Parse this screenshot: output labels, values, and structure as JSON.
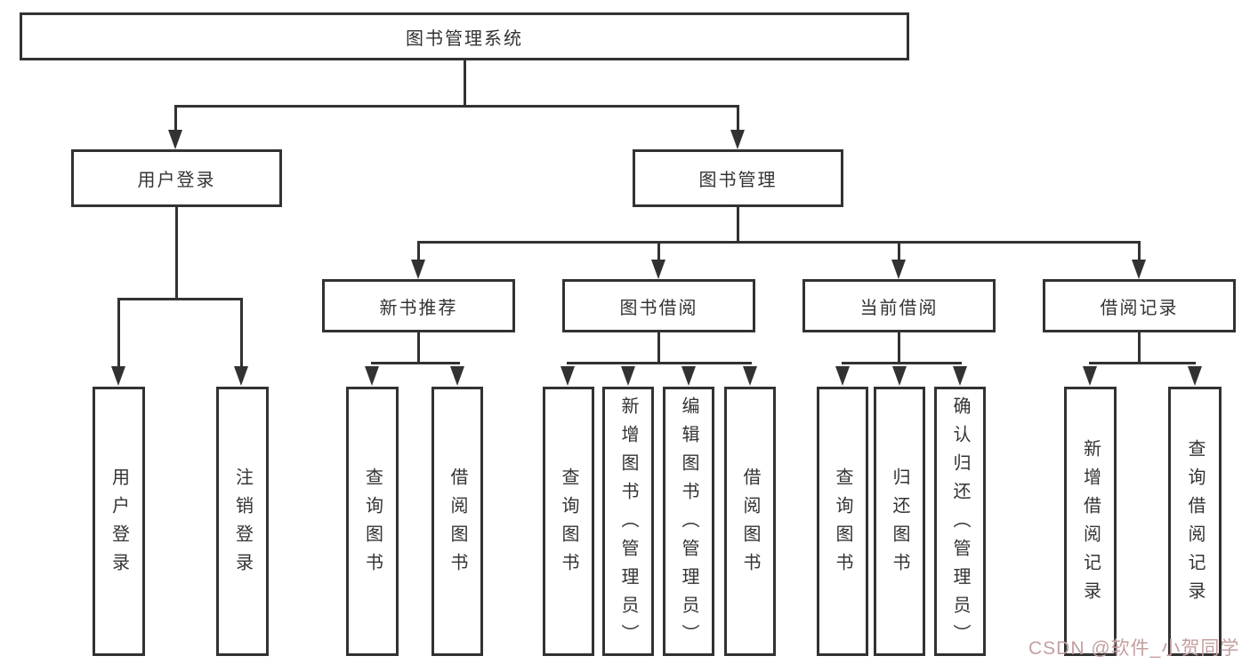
{
  "diagram": {
    "title": "图书管理系统",
    "branches": [
      {
        "label": "用户登录",
        "children": [
          {
            "label": "用户登录"
          },
          {
            "label": "注销登录"
          }
        ]
      },
      {
        "label": "图书管理",
        "children": [
          {
            "label": "新书推荐",
            "children": [
              {
                "label": "查询图书"
              },
              {
                "label": "借阅图书"
              }
            ]
          },
          {
            "label": "图书借阅",
            "children": [
              {
                "label": "查询图书"
              },
              {
                "label": "新增图书（管理员）"
              },
              {
                "label": "编辑图书（管理员）"
              },
              {
                "label": "借阅图书"
              }
            ]
          },
          {
            "label": "当前借阅",
            "children": [
              {
                "label": "查询图书"
              },
              {
                "label": "归还图书"
              },
              {
                "label": "确认归还（管理员）"
              }
            ]
          },
          {
            "label": "借阅记录",
            "children": [
              {
                "label": "新增借阅记录"
              },
              {
                "label": "查询借阅记录"
              }
            ]
          }
        ]
      }
    ]
  },
  "watermark": {
    "text": "CSDN @软件_小贺同学"
  },
  "colors": {
    "line": "#323232",
    "box_border": "#323232",
    "text": "#333333",
    "background": "#ffffff",
    "watermark": "#c49f9f"
  }
}
